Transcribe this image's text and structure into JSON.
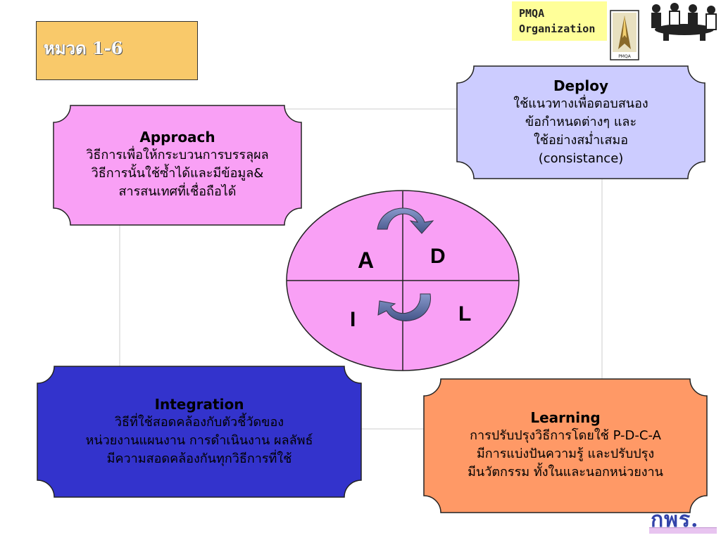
{
  "header": {
    "category_label": "หมวด 1-6",
    "org_badge": [
      "PMQA",
      "Organization"
    ],
    "logo_caption": "PMQA",
    "corner_logo_text": "กพร."
  },
  "colors": {
    "approach": "#f9a0f5",
    "deploy": "#ccccff",
    "integration": "#3333cc",
    "learning": "#ff9966",
    "circle": "#f9a0f5",
    "tag": "#f9c96a",
    "arrow": "#6677aa"
  },
  "boxes": {
    "approach": {
      "title": "Approach",
      "lines": [
        "วิธีการเพื่อให้กระบวนการบรรลุผล",
        "วิธีการนั้นใช้ซ้ำได้และมีข้อมูล&",
        "สารสนเทศที่เชื่อถือได้"
      ]
    },
    "deploy": {
      "title": "Deploy",
      "lines": [
        "ใช้แนวทางเพื่อตอบสนอง",
        "ข้อกำหนดต่างๆ และ",
        "ใช้อย่างสม่ำเสมอ",
        "(consistance)"
      ]
    },
    "integration": {
      "title": "Integration",
      "lines": [
        "วิธีที่ใช้สอดคล้องกับตัวชี้วัดของ",
        "หน่วยงานแผนงาน การดำเนินงาน ผลลัพธ์",
        "มีความสอดคล้องกันทุกวิธีการที่ใช้"
      ]
    },
    "learning": {
      "title": "Learning",
      "lines": [
        "การปรับปรุงวิธีการโดยใช้ P-D-C-A",
        "มีการแบ่งปันความรู้ และปรับปรุง",
        "มีนวัตกรรม ทั้งในและนอกหน่วยงาน"
      ]
    }
  },
  "cycle": {
    "letters": {
      "a": "A",
      "d": "D",
      "l": "L",
      "i": "I"
    }
  }
}
